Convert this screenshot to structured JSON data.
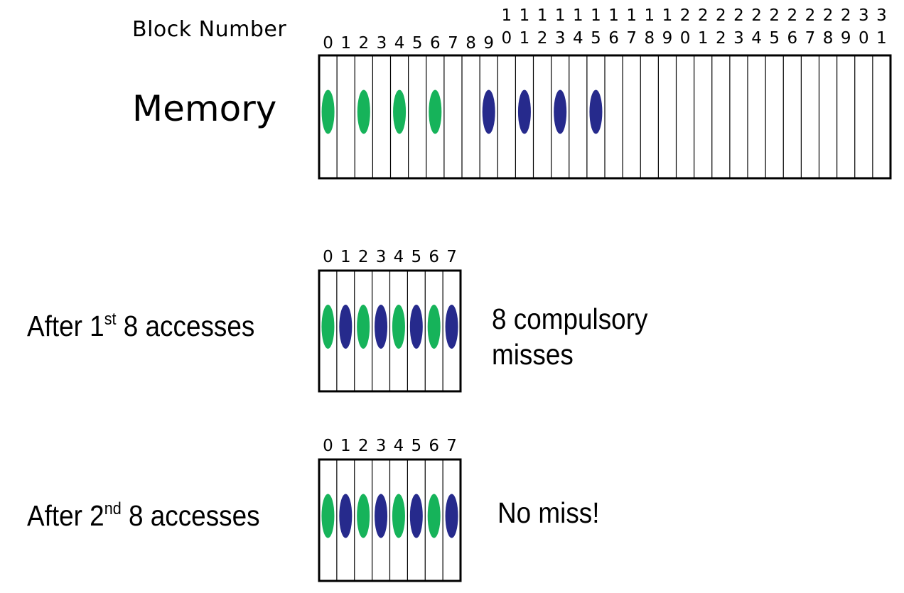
{
  "labels": {
    "block_number": "Block Number",
    "memory": "Memory"
  },
  "memory": {
    "block_count": 32,
    "filled": [
      {
        "block": 0,
        "color": "green"
      },
      {
        "block": 2,
        "color": "green"
      },
      {
        "block": 4,
        "color": "green"
      },
      {
        "block": 6,
        "color": "green"
      },
      {
        "block": 9,
        "color": "blue"
      },
      {
        "block": 11,
        "color": "blue"
      },
      {
        "block": 13,
        "color": "blue"
      },
      {
        "block": 15,
        "color": "blue"
      }
    ]
  },
  "caches": [
    {
      "label_prefix": "After 1",
      "label_sup": "st",
      "label_suffix": " 8 accesses",
      "note_line1": "8 compulsory",
      "note_line2": "misses",
      "slots": [
        "green",
        "blue",
        "green",
        "blue",
        "green",
        "blue",
        "green",
        "blue"
      ]
    },
    {
      "label_prefix": "After 2",
      "label_sup": "nd",
      "label_suffix": " 8 accesses",
      "note_line1": "No miss!",
      "note_line2": "",
      "slots": [
        "green",
        "blue",
        "green",
        "blue",
        "green",
        "blue",
        "green",
        "blue"
      ]
    }
  ],
  "colors": {
    "green": "#16b35a",
    "blue": "#262a8c",
    "line": "#000000"
  }
}
